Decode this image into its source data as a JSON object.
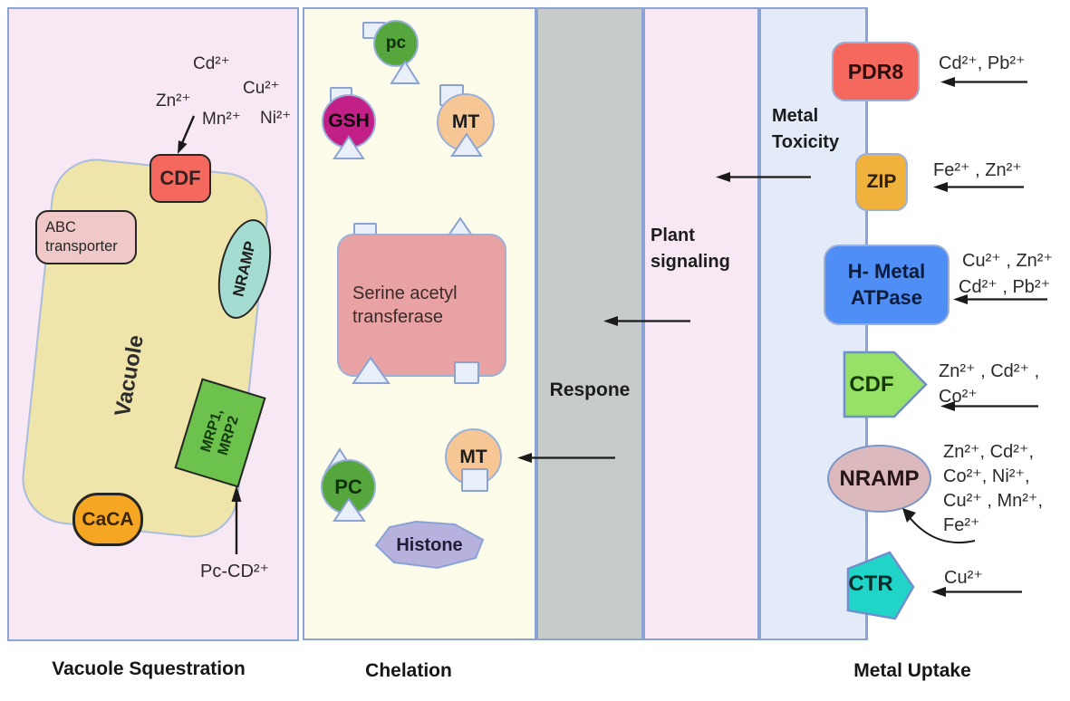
{
  "vacuole_panel": {
    "footer": "Vacuole Squestration",
    "ions": {
      "cd": "Cd²⁺",
      "cu": "Cu²⁺",
      "zn": "Zn²⁺",
      "mn": "Mn²⁺",
      "ni": "Ni²⁺"
    },
    "cdf_label": "CDF",
    "abc_label": "ABC transporter",
    "vacuole_label": "Vacuole",
    "nramp_label": "NRAMP",
    "mrp_line1": "MRP1,",
    "mrp_line2": "MRP2",
    "caca_label": "CaCA",
    "pc_cd_label": "Pc-CD²⁺"
  },
  "chelation_panel": {
    "footer": "Chelation",
    "pc_top_label": "pc",
    "gsh_label": "GSH",
    "mt_top_label": "MT",
    "serine_label": "Serine acetyl transferase",
    "pc_bottom_label": "PC",
    "mt_bottom_label": "MT",
    "histone_label": "Histone"
  },
  "response_panel": {
    "label": "Respone"
  },
  "signaling_panel": {
    "label": "Plant signaling"
  },
  "uptake_panel": {
    "toxicity_label": "Metal Toxicity",
    "footer": "Metal Uptake",
    "transporters": [
      {
        "name": "PDR8",
        "ions": [
          "Cd²⁺, Pb²⁺"
        ]
      },
      {
        "name": "ZIP",
        "ions": [
          "Fe²⁺ , Zn²⁺"
        ]
      },
      {
        "name": "H- Metal ATPase",
        "ions": [
          "Cu²⁺ , Zn²⁺",
          "Cd²⁺ , Pb²⁺"
        ]
      },
      {
        "name": "CDF",
        "ions": [
          "Zn²⁺ , Cd²⁺ ,",
          "Co²⁺"
        ]
      },
      {
        "name": "NRAMP",
        "ions": [
          "Zn²⁺, Cd²⁺,",
          "Co²⁺, Ni²⁺,",
          "Cu²⁺ , Mn²⁺,",
          "Fe²⁺"
        ]
      },
      {
        "name": "CTR",
        "ions": [
          "Cu²⁺"
        ]
      }
    ]
  },
  "colors": {
    "panel_pink": "#f8e8f3",
    "panel_cream": "#fdfbe9",
    "panel_gray": "#c7cccb",
    "panel_blue": "#e2ebf7",
    "panel_border": "#8ba4d3",
    "vacuole_fill": "#efe4a9",
    "cdf_red": "#f5685d",
    "abc_pink": "#f1c8c8",
    "nramp_teal": "#a5dcd1",
    "mrp_green": "#6cc24d",
    "caca_orange": "#f5a623",
    "pc_green": "#55a63c",
    "gsh_magenta": "#c21f87",
    "mt_peach": "#f6c795",
    "serine_pink": "#e9a2a4",
    "histone_lavender": "#b7b2dd",
    "zip_orange": "#f0b13d",
    "hma_blue": "#4e8ef5",
    "cdf_uptake_green": "#97e167",
    "nramp_uptake_pink": "#dcb9bd",
    "ctr_turquoise": "#20d5c8",
    "binding_site": "#e9eff9",
    "arrow_black": "#1a1a1a"
  }
}
